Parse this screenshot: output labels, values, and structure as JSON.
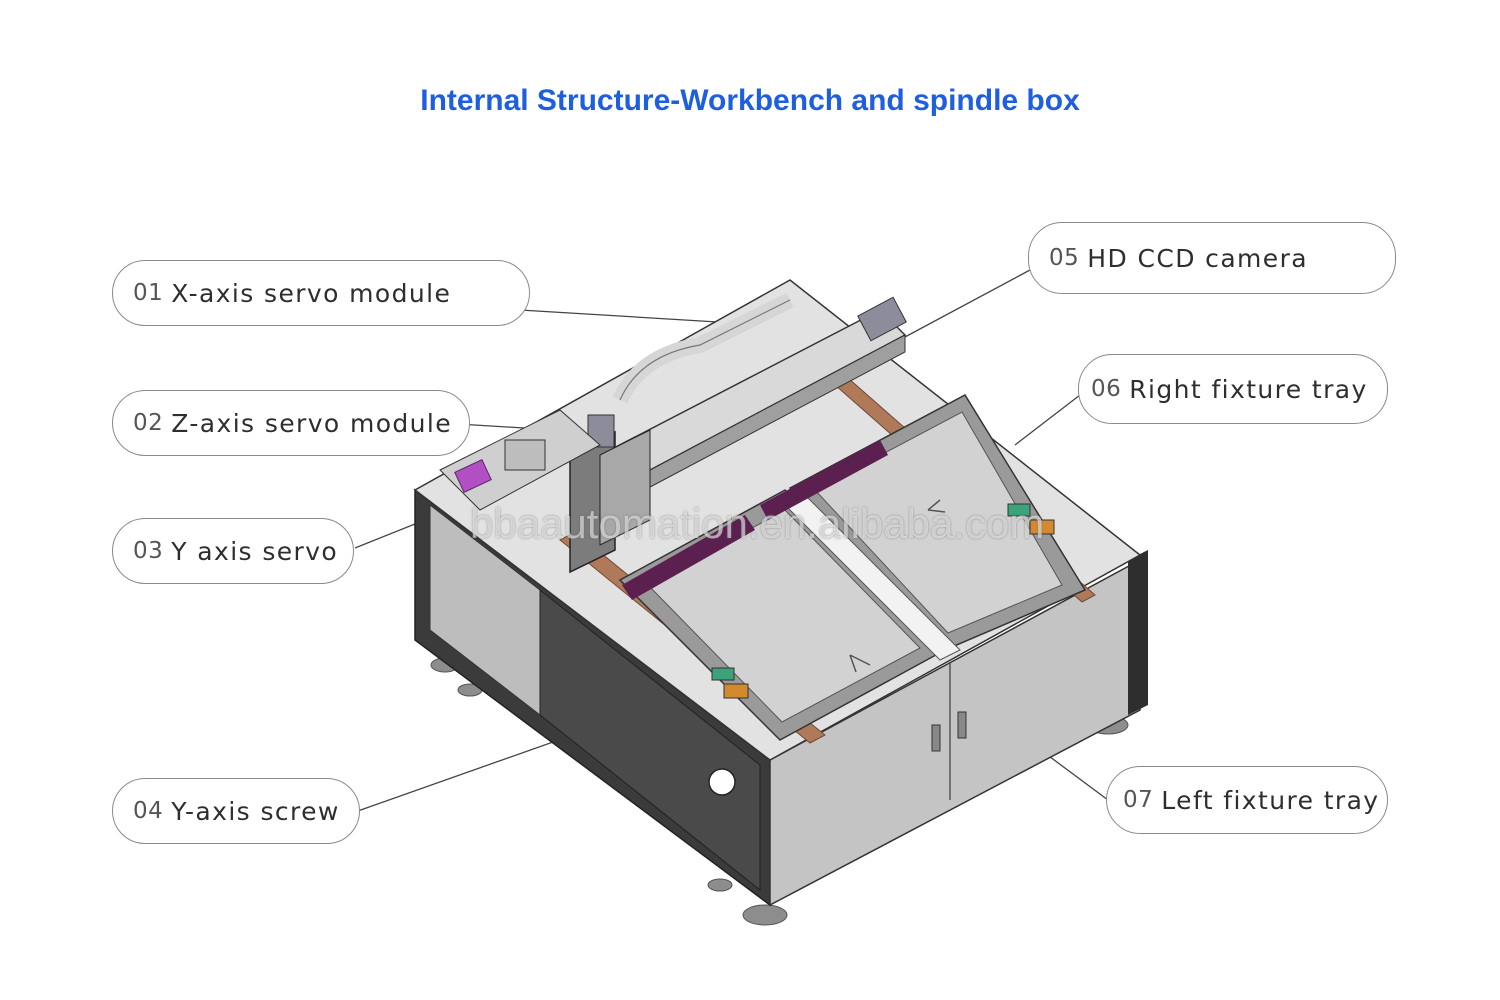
{
  "title": "Internal Structure-Workbench and spindle box",
  "watermark": "bbaautomation.en.alibaba.com",
  "colors": {
    "title": "#1e5fe0",
    "callout_border": "#8a8a8a",
    "cabinet_dark": "#3a3a3a",
    "copper_strip": "#b07a5a",
    "servo_purple": "#b24fc4"
  },
  "callouts": [
    {
      "num": "01",
      "label": "X-axis servo module"
    },
    {
      "num": "02",
      "label": "Z-axis servo module"
    },
    {
      "num": "03",
      "label": "Y axis servo"
    },
    {
      "num": "04",
      "label": "Y-axis screw"
    },
    {
      "num": "05",
      "label": "HD CCD camera"
    },
    {
      "num": "06",
      "label": "Right fixture tray"
    },
    {
      "num": "07",
      "label": "Left fixture tray"
    }
  ]
}
